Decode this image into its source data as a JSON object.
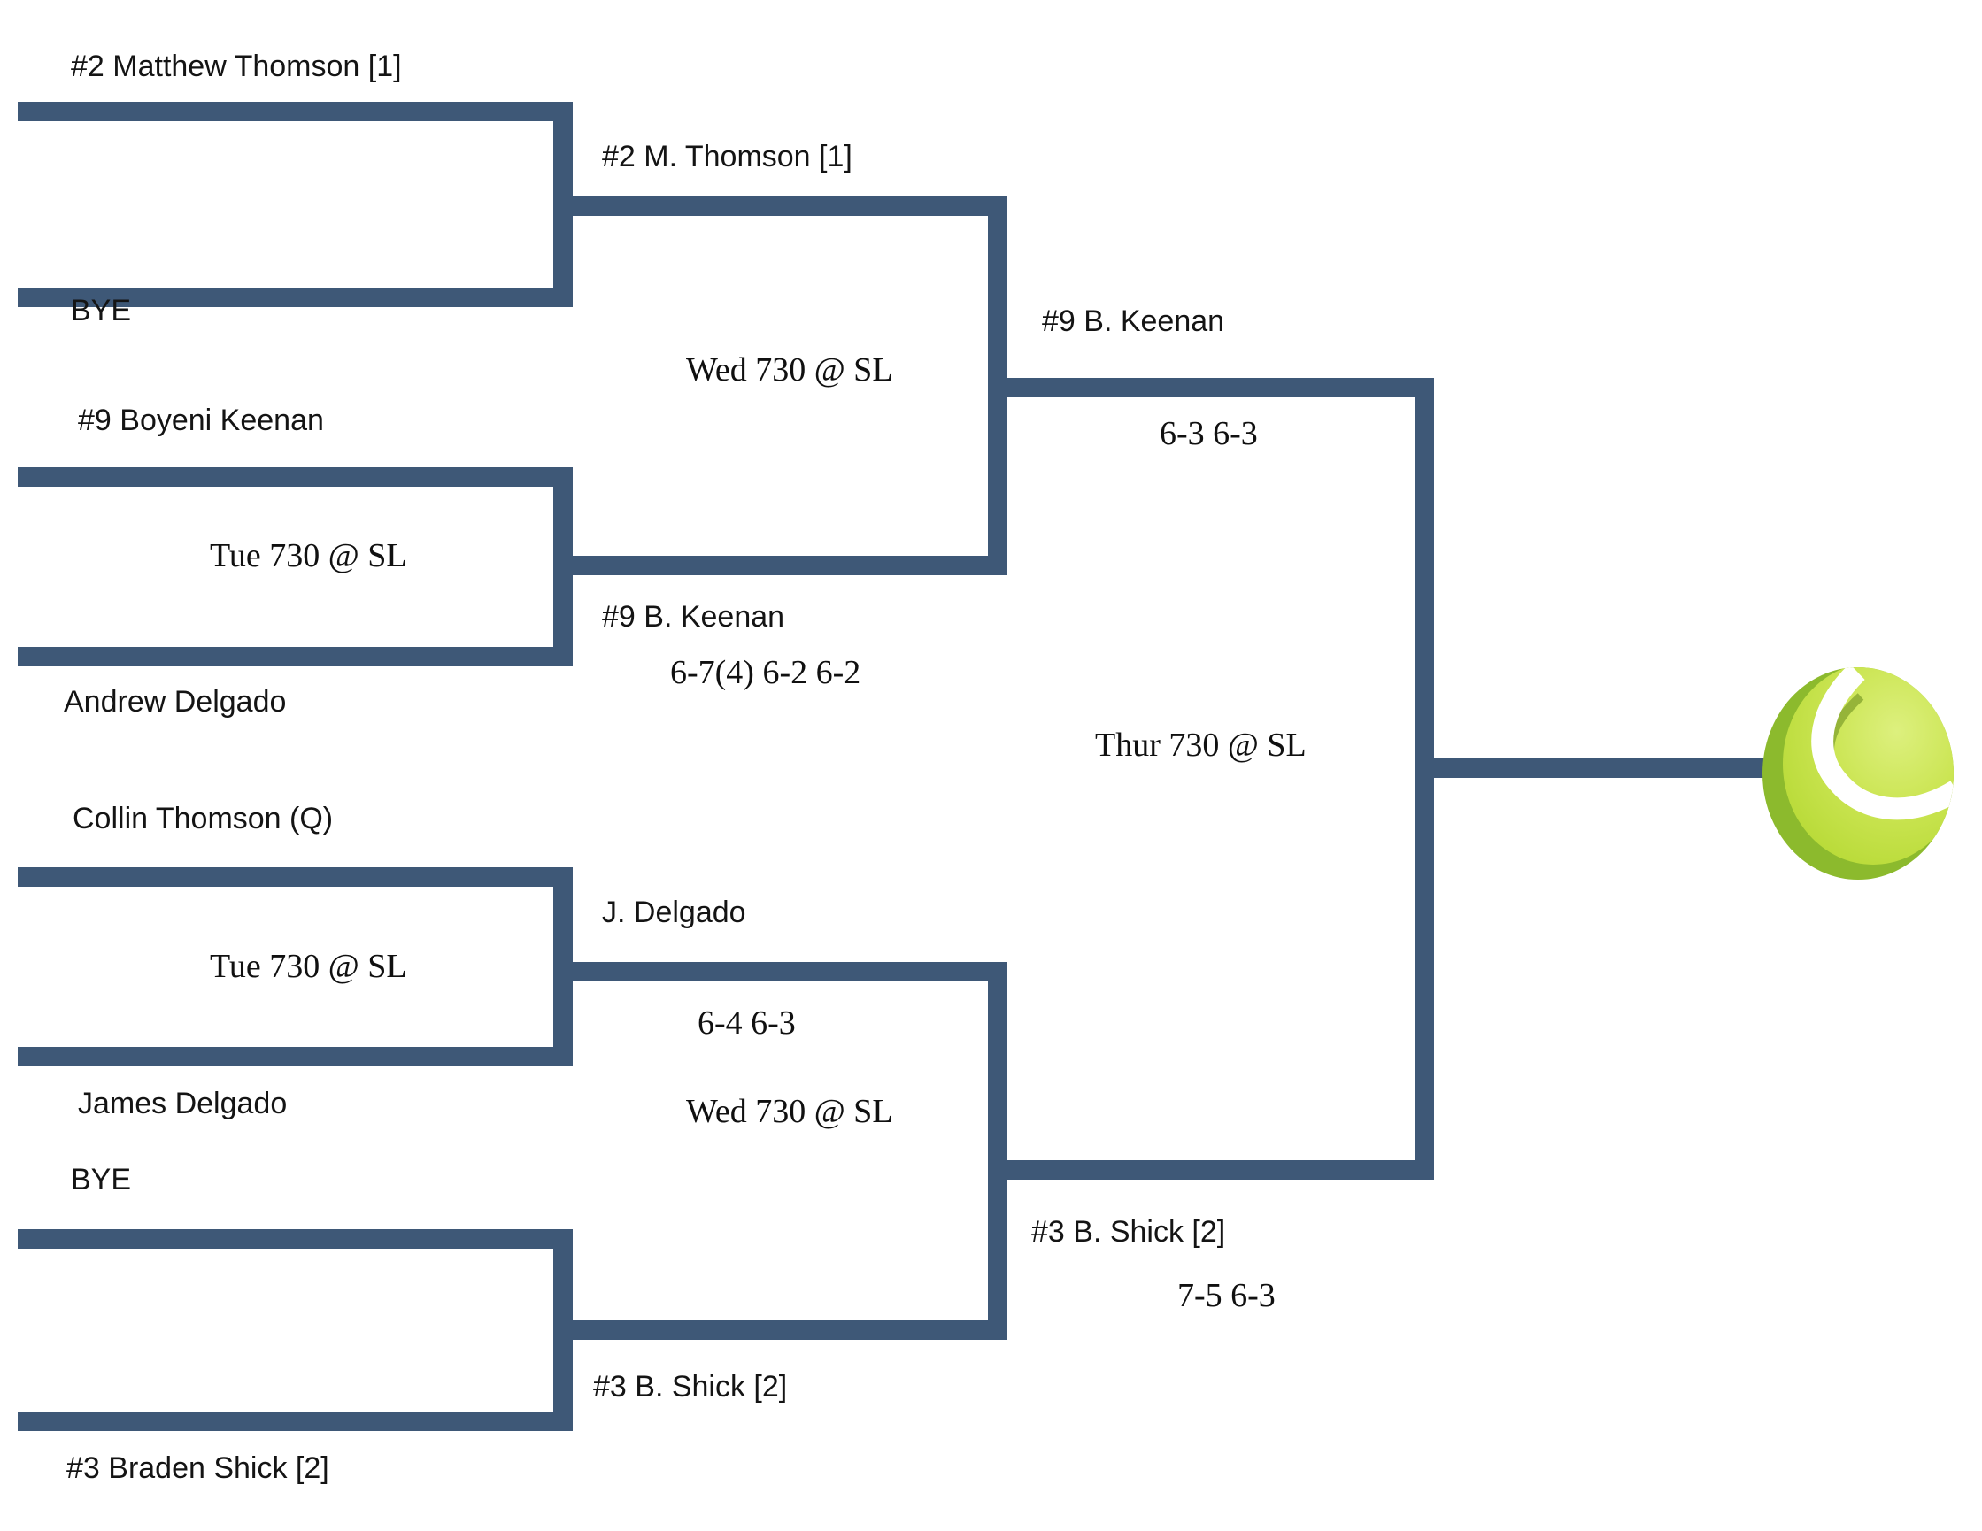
{
  "bracket": {
    "title_hint": "single-elimination tennis draw",
    "colors": {
      "line": "#3e5877",
      "text": "#141414",
      "ball_dark_green": "#8cba2d",
      "ball_main_green": "#c6e24e",
      "ball_highlight": "#ddf07e",
      "ball_seam": "#ffffff",
      "ball_seam_edge": "#8fae35"
    },
    "rounds": {
      "round1": [
        {
          "player_top": "#2 Matthew Thomson [1]",
          "player_bottom": "BYE",
          "time": "",
          "winner": "#2 M. Thomson [1]",
          "score": ""
        },
        {
          "player_top": "#9 Boyeni Keenan",
          "player_bottom": "Andrew Delgado",
          "time": "Tue 730 @ SL",
          "winner": "#9 B. Keenan",
          "score": "6-7(4) 6-2 6-2"
        },
        {
          "player_top": "Collin Thomson (Q)",
          "player_bottom": "James Delgado",
          "time": "Tue 730 @ SL",
          "winner": "J. Delgado",
          "score": "6-4 6-3"
        },
        {
          "player_top": "BYE",
          "player_bottom": "#3 Braden Shick [2]",
          "time": "",
          "winner": "#3 B. Shick [2]",
          "score": ""
        }
      ],
      "semifinals": [
        {
          "time": "Wed 730 @ SL",
          "winner": "#9 B. Keenan",
          "score": "6-3 6-3"
        },
        {
          "time": "Wed 730 @ SL",
          "winner": "#3 B. Shick [2]",
          "score": "7-5 6-3"
        }
      ],
      "final": {
        "time": "Thur 730 @ SL"
      }
    }
  }
}
